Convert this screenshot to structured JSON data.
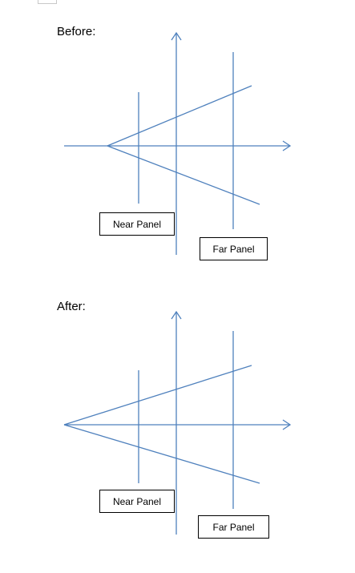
{
  "headings": {
    "before": "Before:",
    "after": "After:"
  },
  "diagrams": {
    "before": {
      "near_label": "Near Panel",
      "far_label": "Far Panel"
    },
    "after": {
      "near_label": "Near Panel",
      "far_label": "Far Panel"
    }
  },
  "colors": {
    "line": "#4f81bd",
    "text": "#000000",
    "box_border": "#000000"
  }
}
